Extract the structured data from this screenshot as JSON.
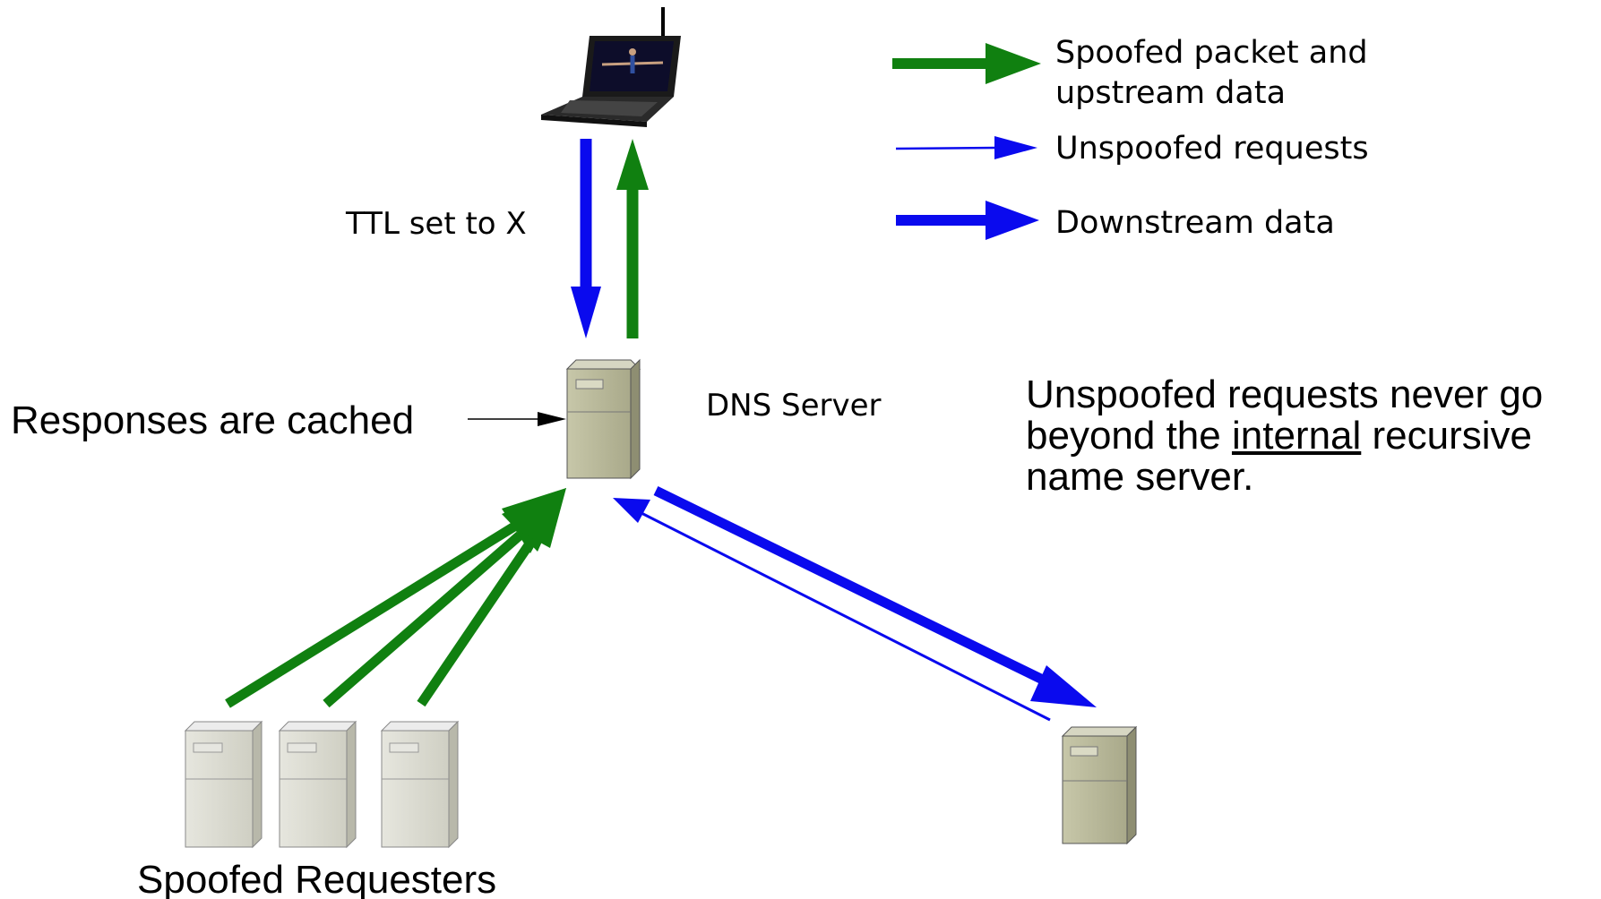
{
  "colors": {
    "spoofed": "#108010",
    "unspoofed": "#0a0aee",
    "server_light": "#dcdcd2",
    "server_dark": "#b9b99b"
  },
  "icons": {
    "laptop": "laptop-icon",
    "dns_server": "server-icon",
    "requester": "server-icon",
    "upstream_server": "server-icon"
  },
  "legend": {
    "spoofed_line1": "Spoofed packet and",
    "spoofed_line2": "upstream data",
    "unspoofed": "Unspoofed requests",
    "downstream": "Downstream data"
  },
  "labels": {
    "ttl": "TTL set to X",
    "cached": "Responses are cached",
    "dns_server": "DNS Server",
    "spoofed_requesters": "Spoofed Requesters"
  },
  "note": {
    "line1": "Unspoofed requests never go",
    "line2_before": "beyond the ",
    "line2_underlined": "internal",
    "line2_after": " recursive",
    "line3": "name server."
  }
}
